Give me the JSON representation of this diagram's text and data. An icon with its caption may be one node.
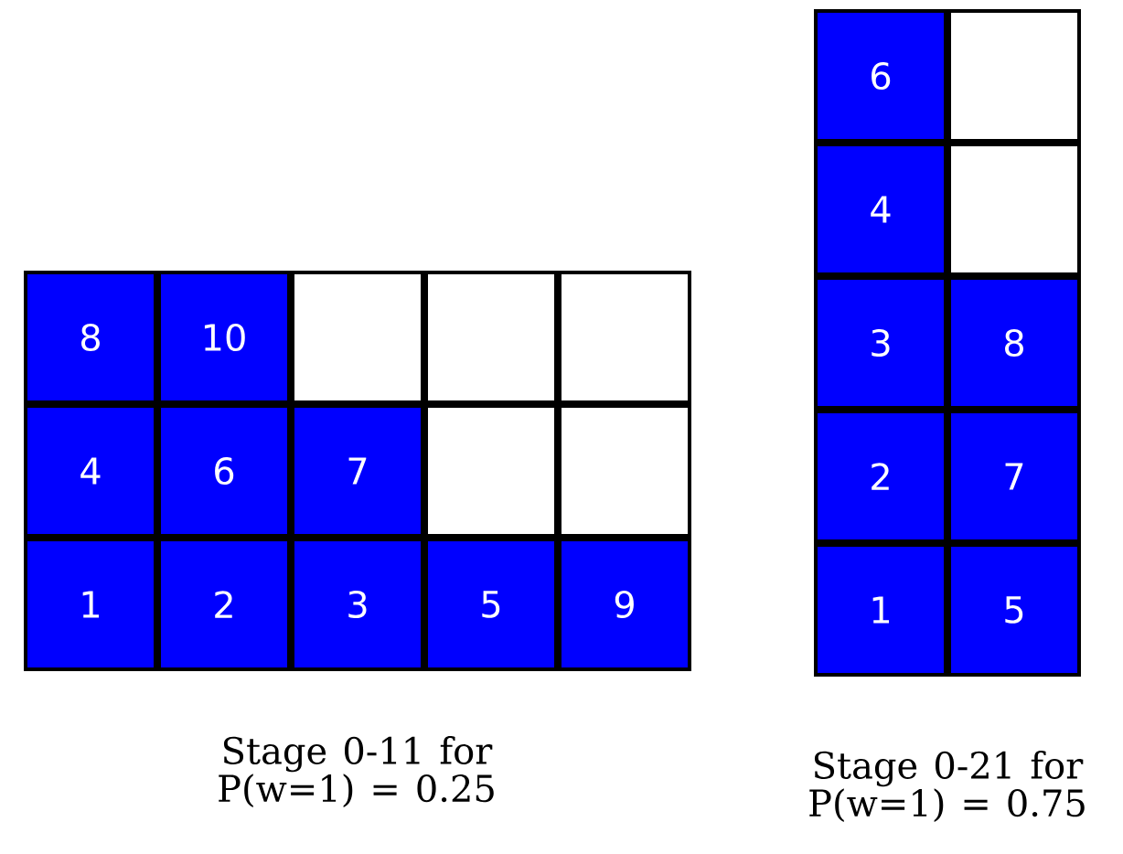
{
  "diagram": {
    "nodes": [
      {
        "text": [
          "8"
        ]
      },
      {
        "text": [
          "10"
        ]
      },
      {
        "text": [],
        "shape": "box"
      },
      {
        "text": [],
        "shape": "box"
      },
      {
        "text": [],
        "shape": "box"
      },
      {
        "text": [
          "4"
        ]
      },
      {
        "text": [
          "6"
        ]
      },
      {
        "text": [
          "7"
        ]
      },
      {
        "text": [],
        "shape": "box"
      },
      {
        "text": [],
        "shape": "box"
      },
      {
        "text": [
          "1"
        ]
      },
      {
        "text": [
          "2"
        ]
      },
      {
        "text": [
          "3"
        ]
      },
      {
        "text": [
          "5"
        ]
      },
      {
        "text": [
          "9"
        ]
      },
      {
        "text": [
          "6"
        ]
      },
      {
        "text": [],
        "shape": "box"
      },
      {
        "text": [
          "4"
        ]
      },
      {
        "text": [],
        "shape": "box"
      },
      {
        "text": [
          "3"
        ]
      },
      {
        "text": [
          "8"
        ]
      },
      {
        "text": [
          "2"
        ]
      },
      {
        "text": [
          "7"
        ]
      },
      {
        "text": [
          "1"
        ]
      },
      {
        "text": [
          "5"
        ]
      }
    ],
    "labels": [
      "Stage 0-11 for P(w=1) = 0.25",
      "Stage 0-21 for P(w=1) = 0.75"
    ]
  }
}
